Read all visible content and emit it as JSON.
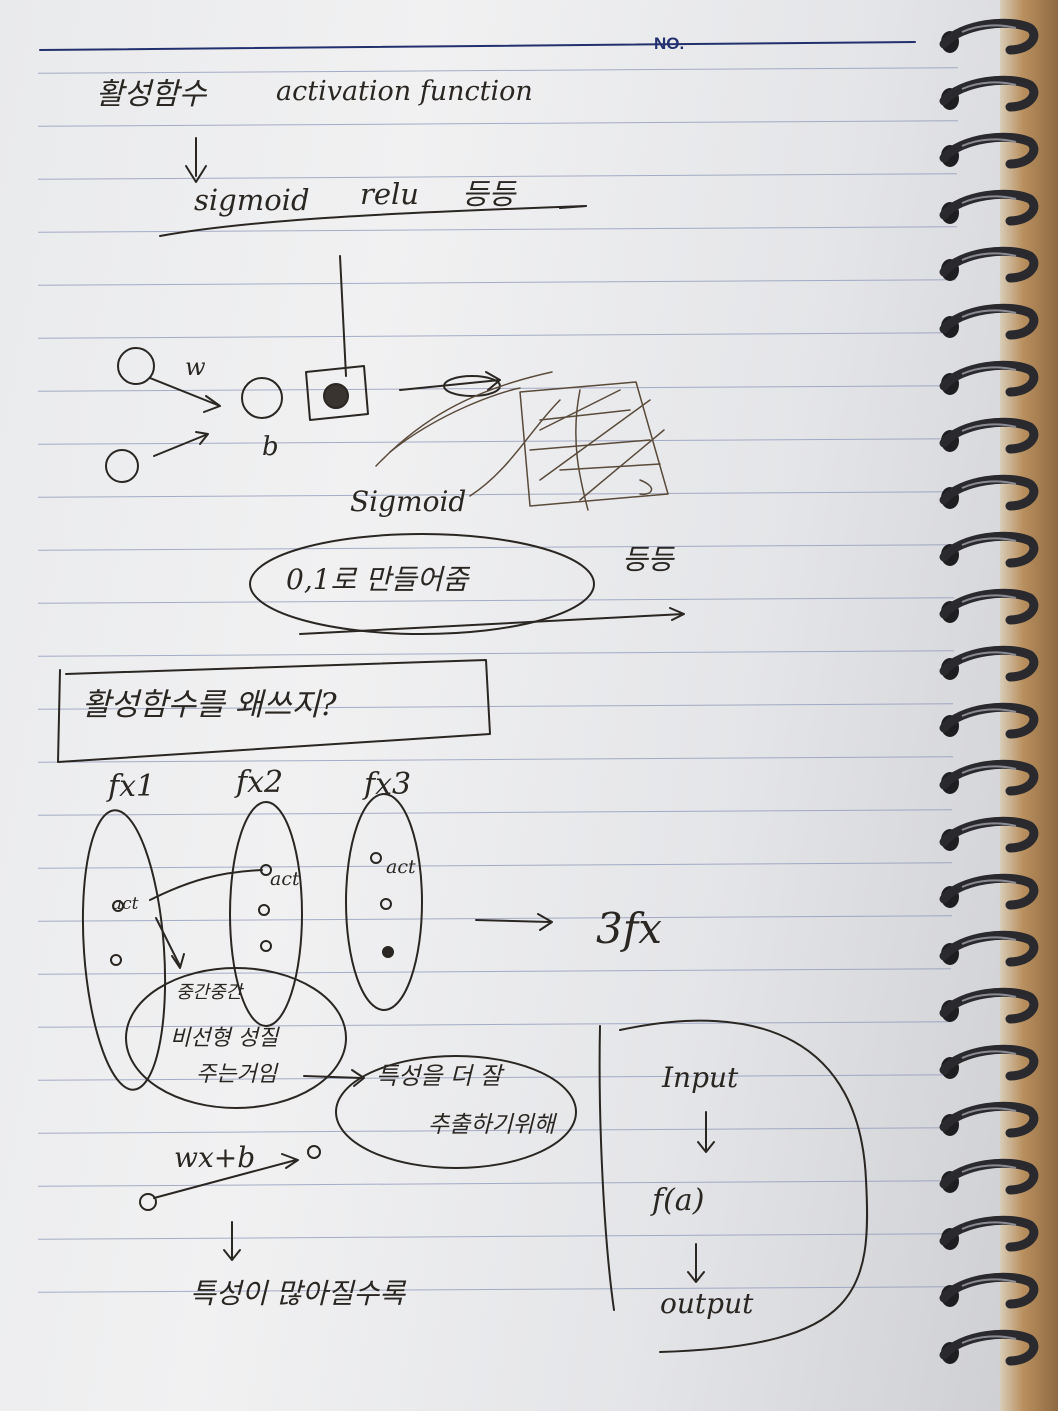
{
  "page": {
    "header_no": "NO.",
    "title_ko": "활성함수",
    "title_en": "activation function",
    "examples": [
      "sigmoid",
      "relu",
      "등등"
    ],
    "diagram": {
      "weight1": "w",
      "bias": "b",
      "sigmoid_label": "Sigmoid"
    },
    "range_note": "0,1로 만들어줌",
    "range_note_suffix": "등등",
    "question": "활성함수를 왜쓰지?",
    "features": [
      "fx1",
      "fx2",
      "fx3"
    ],
    "node_labels": [
      "act",
      "act",
      "act"
    ],
    "result_label": "3fx",
    "note_nonlinear": [
      "중간중간",
      "비선형 성질",
      "주는거임"
    ],
    "note_extract": [
      "특성을 더 잘",
      "추출하기위해"
    ],
    "linear_label": "wx+b",
    "bottom_note": "특성이 많아질수록",
    "flow": [
      "Input",
      "f(a)",
      "output"
    ]
  },
  "colors": {
    "ink": "#2a2622",
    "rule": "#8c96b8",
    "header": "#23306e"
  }
}
